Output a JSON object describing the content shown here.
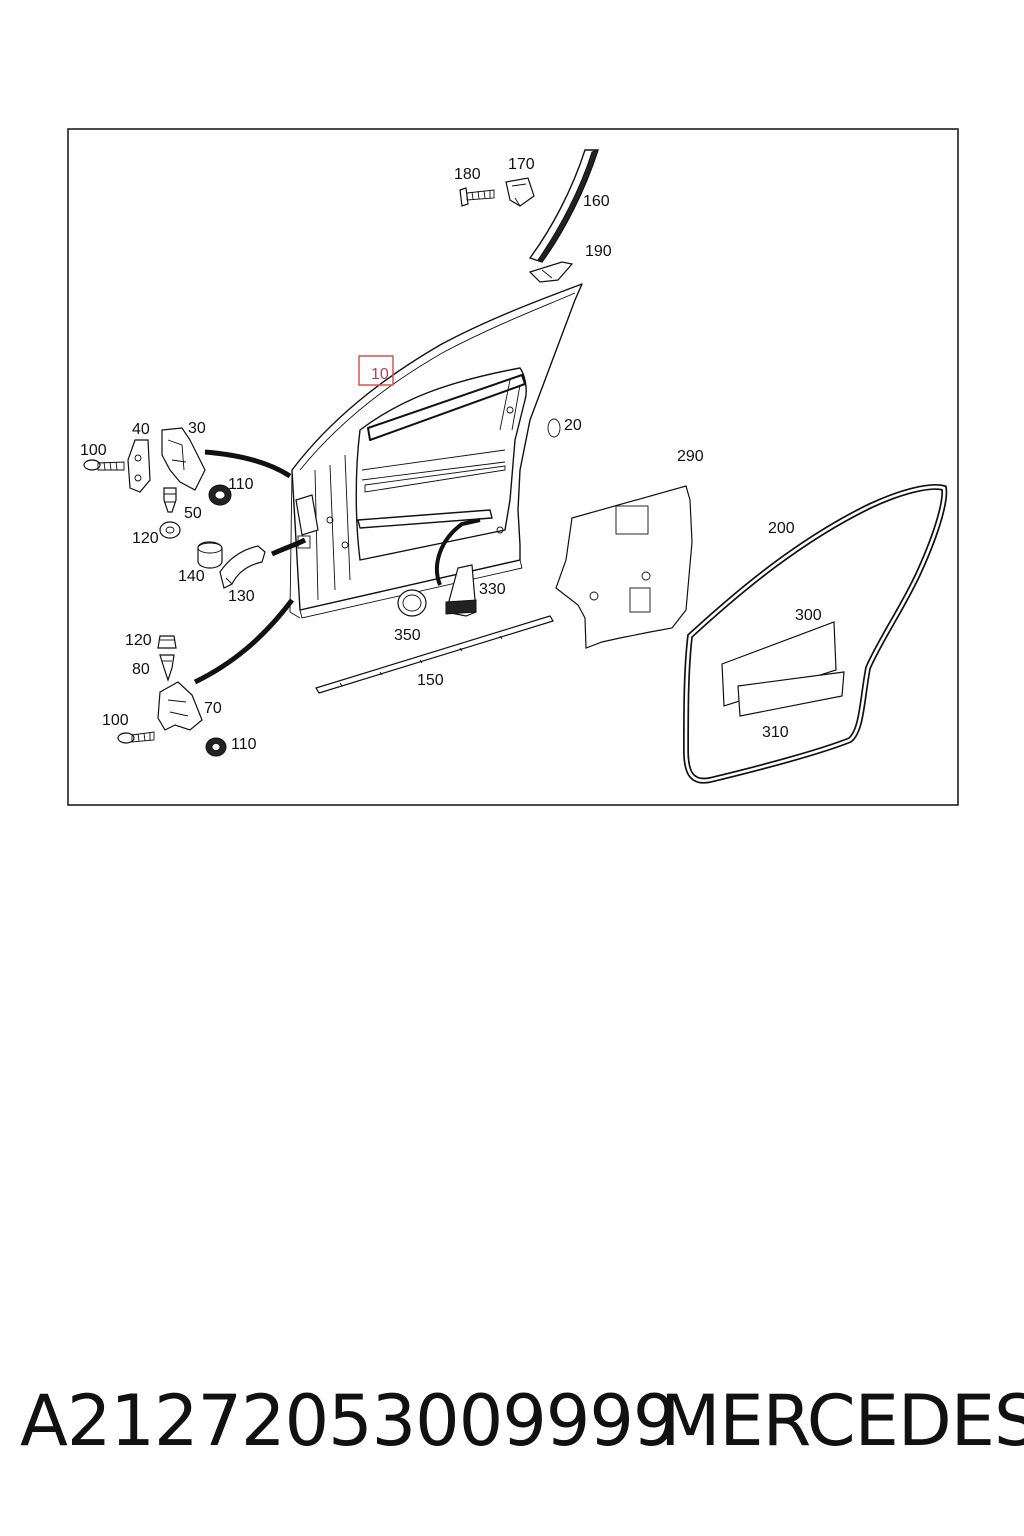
{
  "diagram": {
    "callouts": {
      "c10": "10",
      "c20": "20",
      "c30": "30",
      "c40": "40",
      "c50": "50",
      "c70": "70",
      "c80": "80",
      "c100a": "100",
      "c100b": "100",
      "c110a": "110",
      "c110b": "110",
      "c120a": "120",
      "c120b": "120",
      "c130": "130",
      "c140": "140",
      "c150": "150",
      "c160": "160",
      "c170": "170",
      "c180": "180",
      "c190": "190",
      "c200": "200",
      "c290": "290",
      "c300": "300",
      "c310": "310",
      "c330": "330",
      "c350": "350"
    },
    "highlight_color": "#d9534f"
  },
  "footer": {
    "part_number": "A21272053009999",
    "brand": "MERCEDES"
  }
}
